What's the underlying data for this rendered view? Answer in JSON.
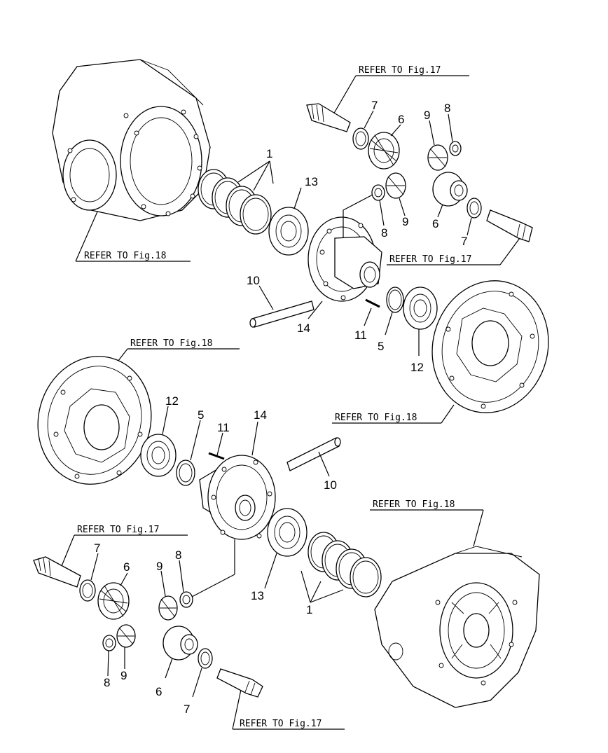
{
  "references": {
    "fig17": "REFER TO Fig.17",
    "fig18": "REFER TO Fig.18"
  },
  "part_numbers": {
    "p1": "1",
    "p5": "5",
    "p6": "6",
    "p7": "7",
    "p8": "8",
    "p9": "9",
    "p10": "10",
    "p11": "11",
    "p12": "12",
    "p13": "13",
    "p14": "14"
  }
}
